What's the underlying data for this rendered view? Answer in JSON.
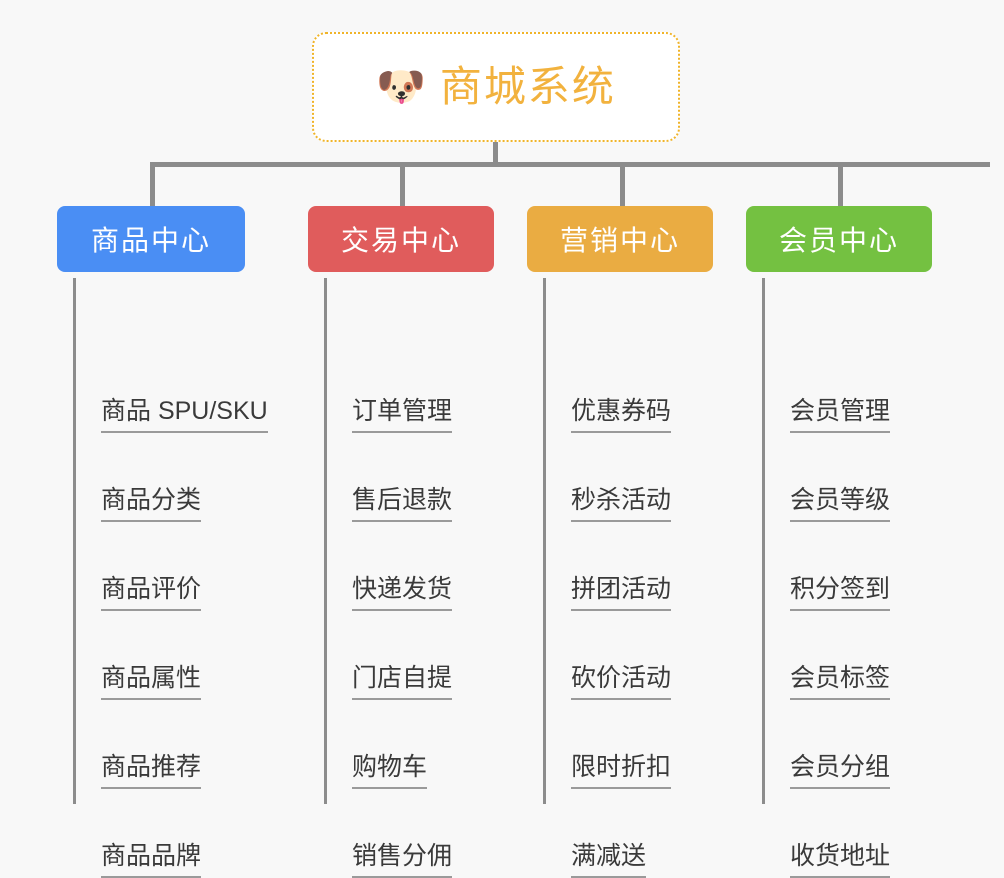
{
  "canvas": {
    "background": "#f8f8f8",
    "connector_color": "#8c8c8c"
  },
  "root": {
    "title": "商城系统",
    "icon": "🐶",
    "icon_name": "dog-face-emoji",
    "text_color": "#f2b23e",
    "border_color": "#f0b429",
    "background": "#ffffff"
  },
  "branches": [
    {
      "label": "商品中心",
      "color": "#4a8ef4",
      "children": [
        "商品 SPU/SKU",
        "商品分类",
        "商品评价",
        "商品属性",
        "商品推荐",
        "商品品牌"
      ]
    },
    {
      "label": "交易中心",
      "color": "#e05c5c",
      "children": [
        "订单管理",
        "售后退款",
        "快递发货",
        "门店自提",
        "购物车",
        "销售分佣"
      ]
    },
    {
      "label": "营销中心",
      "color": "#eaac42",
      "children": [
        "优惠券码",
        "秒杀活动",
        "拼团活动",
        "砍价活动",
        "限时折扣",
        "满减送"
      ]
    },
    {
      "label": "会员中心",
      "color": "#74c141",
      "children": [
        "会员管理",
        "会员等级",
        "积分签到",
        "会员标签",
        "会员分组",
        "收货地址"
      ]
    }
  ]
}
